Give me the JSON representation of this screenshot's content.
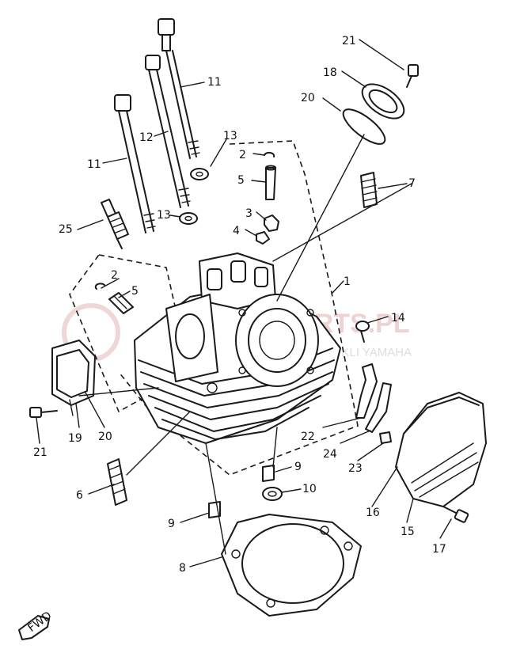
{
  "colors": {
    "ink": "#1a1a1a",
    "watermark_red": "#d9a0a0",
    "background": "#ffffff"
  },
  "watermark": {
    "main": "YAMAPARTS.PL",
    "sub": "WSZYSTKO DLA MOTOCYKLI YAMAHA"
  },
  "fwd_label": "FWD",
  "callouts": {
    "c1": "1",
    "c2a": "2",
    "c2b": "2",
    "c3": "3",
    "c4": "4",
    "c5a": "5",
    "c5b": "5",
    "c6": "6",
    "c7": "7",
    "c8": "8",
    "c9a": "9",
    "c9b": "9",
    "c10": "10",
    "c11a": "11",
    "c11b": "11",
    "c12": "12",
    "c13a": "13",
    "c13b": "13",
    "c14": "14",
    "c15": "15",
    "c16": "16",
    "c17": "17",
    "c18": "18",
    "c19": "19",
    "c20a": "20",
    "c20b": "20",
    "c21a": "21",
    "c21b": "21",
    "c22": "22",
    "c23": "23",
    "c24": "24",
    "c25": "25"
  }
}
